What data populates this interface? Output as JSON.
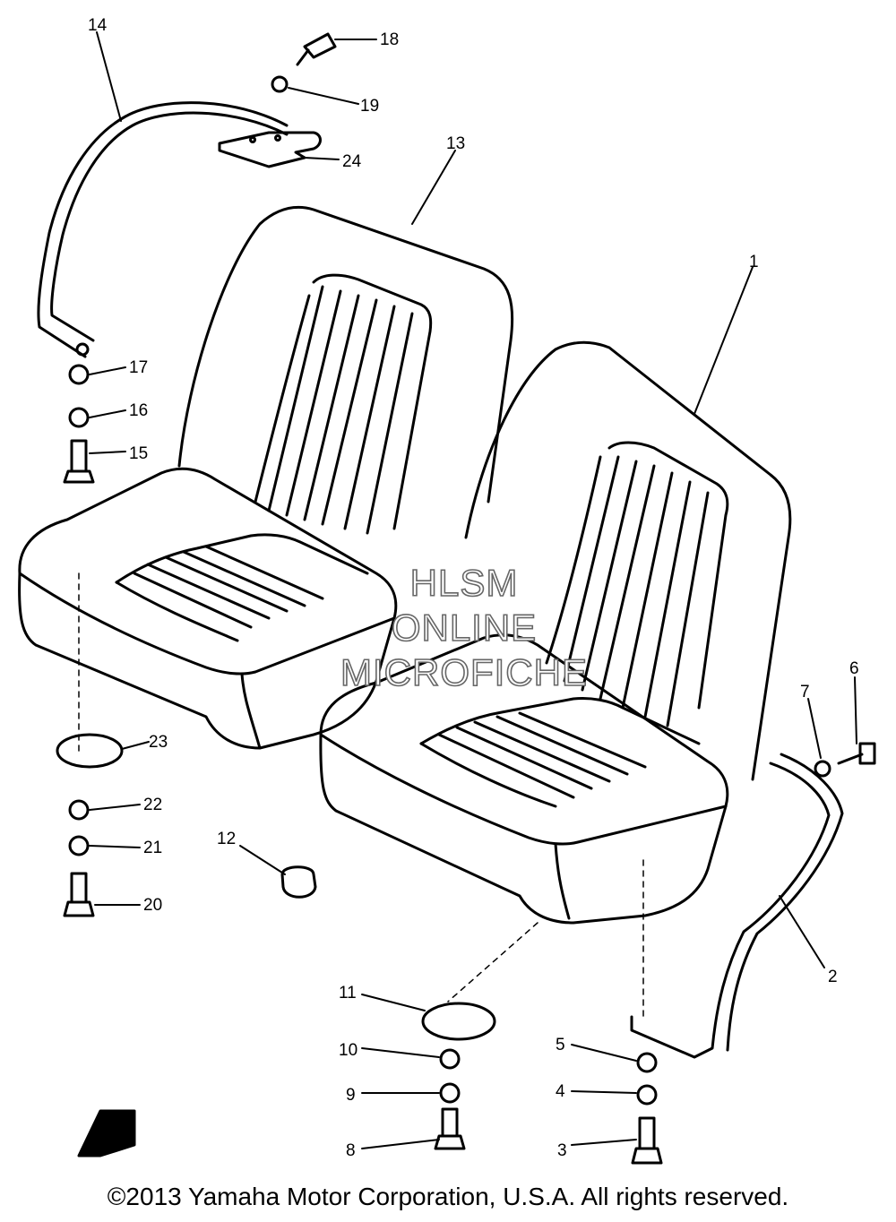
{
  "watermark": {
    "line1": "HLSM",
    "line2": "ONLINE",
    "line3": "MICROFICHE"
  },
  "copyright": "©2013 Yamaha Motor Corporation, U.S.A. All rights reserved.",
  "callouts": [
    "1",
    "2",
    "3",
    "4",
    "5",
    "6",
    "7",
    "8",
    "9",
    "10",
    "11",
    "12",
    "13",
    "14",
    "15",
    "16",
    "17",
    "18",
    "19",
    "20",
    "21",
    "22",
    "23",
    "24"
  ]
}
